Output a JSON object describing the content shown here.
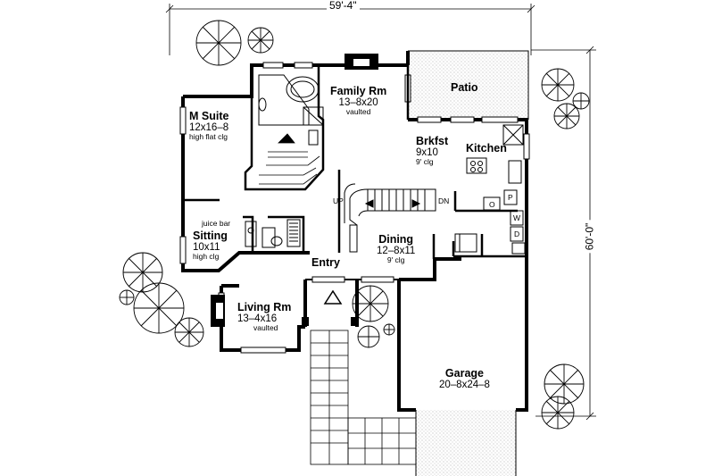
{
  "dimensions": {
    "width": "59'-4\"",
    "depth": "60'-0\""
  },
  "rooms": {
    "family": {
      "name": "Family Rm",
      "dims": "13–8x20",
      "note": "vaulted"
    },
    "patio": {
      "name": "Patio"
    },
    "msuite": {
      "name": "M Suite",
      "dims": "12x16–8",
      "note": "high flat clg"
    },
    "brkfst": {
      "name": "Brkfst",
      "dims": "9x10",
      "note": "9' clg"
    },
    "kitchen": {
      "name": "Kitchen"
    },
    "sitting": {
      "name": "Sitting",
      "dims": "10x11",
      "note": "high clg"
    },
    "dining": {
      "name": "Dining",
      "dims": "12–8x11",
      "note": "9' clg"
    },
    "entry": {
      "name": "Entry"
    },
    "living": {
      "name": "Living Rm",
      "dims": "13–4x16",
      "note": "vaulted"
    },
    "garage": {
      "name": "Garage",
      "dims": "20–8x24–8"
    }
  },
  "labels": {
    "juice_bar": "juice bar",
    "up": "UP",
    "dn": "DN"
  },
  "appliances": {
    "pantry": "P",
    "oven": "O",
    "washer": "W",
    "dryer": "D"
  }
}
